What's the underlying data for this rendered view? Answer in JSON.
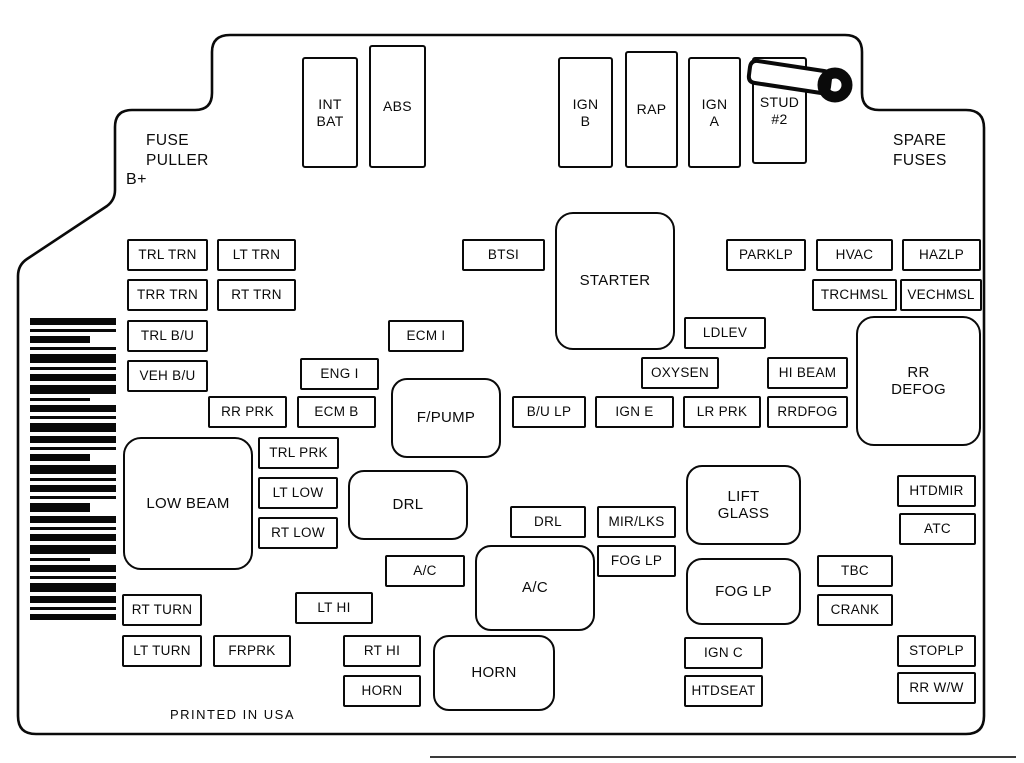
{
  "labels": {
    "fuse_puller": "FUSE\nPULLER",
    "b_plus": "B+",
    "spare_fuses": "SPARE\nFUSES",
    "printed_in_usa": "PRINTED IN USA"
  },
  "maxi_fuses": {
    "int_bat": "INT\nBAT",
    "abs": "ABS",
    "ign_b": "IGN\nB",
    "rap": "RAP",
    "ign_a": "IGN\nA",
    "stud_2": "STUD\n#2"
  },
  "relays": {
    "starter": "STARTER",
    "rr_defog": "RR\nDEFOG",
    "f_pump": "F/PUMP",
    "low_beam": "LOW BEAM",
    "drl": "DRL",
    "lift_glass": "LIFT\nGLASS",
    "ac": "A/C",
    "fog_lp": "FOG LP",
    "horn": "HORN"
  },
  "fuses": {
    "trl_trn": "TRL TRN",
    "lt_trn": "LT TRN",
    "trr_trn": "TRR TRN",
    "rt_trn": "RT TRN",
    "trl_bu": "TRL B/U",
    "veh_bu": "VEH B/U",
    "btsi": "BTSI",
    "parklp": "PARKLP",
    "hvac": "HVAC",
    "hazlp": "HAZLP",
    "trchmsl": "TRCHMSL",
    "vechmsl": "VECHMSL",
    "ecm_i": "ECM I",
    "ldlev": "LDLEV",
    "eng_i": "ENG I",
    "oxysen": "OXYSEN",
    "hi_beam": "HI BEAM",
    "rr_prk": "RR PRK",
    "ecm_b": "ECM B",
    "bu_lp": "B/U LP",
    "ign_e": "IGN E",
    "lr_prk": "LR PRK",
    "rrdfog": "RRDFOG",
    "trl_prk": "TRL PRK",
    "lt_low": "LT LOW",
    "rt_low": "RT LOW",
    "drl": "DRL",
    "mir_lks": "MIR/LKS",
    "fog_lp": "FOG LP",
    "ac": "A/C",
    "tbc": "TBC",
    "crank": "CRANK",
    "rt_turn": "RT TURN",
    "lt_hi": "LT HI",
    "lt_turn": "LT TURN",
    "frprk": "FRPRK",
    "rt_hi": "RT HI",
    "horn": "HORN",
    "ign_c": "IGN C",
    "htdseat": "HTDSEAT",
    "stoplp": "STOPLP",
    "rr_ww": "RR W/W",
    "htdmir": "HTDMIR",
    "atc": "ATC"
  },
  "colors": {
    "line": "#0a0a0a",
    "background": "#ffffff"
  }
}
